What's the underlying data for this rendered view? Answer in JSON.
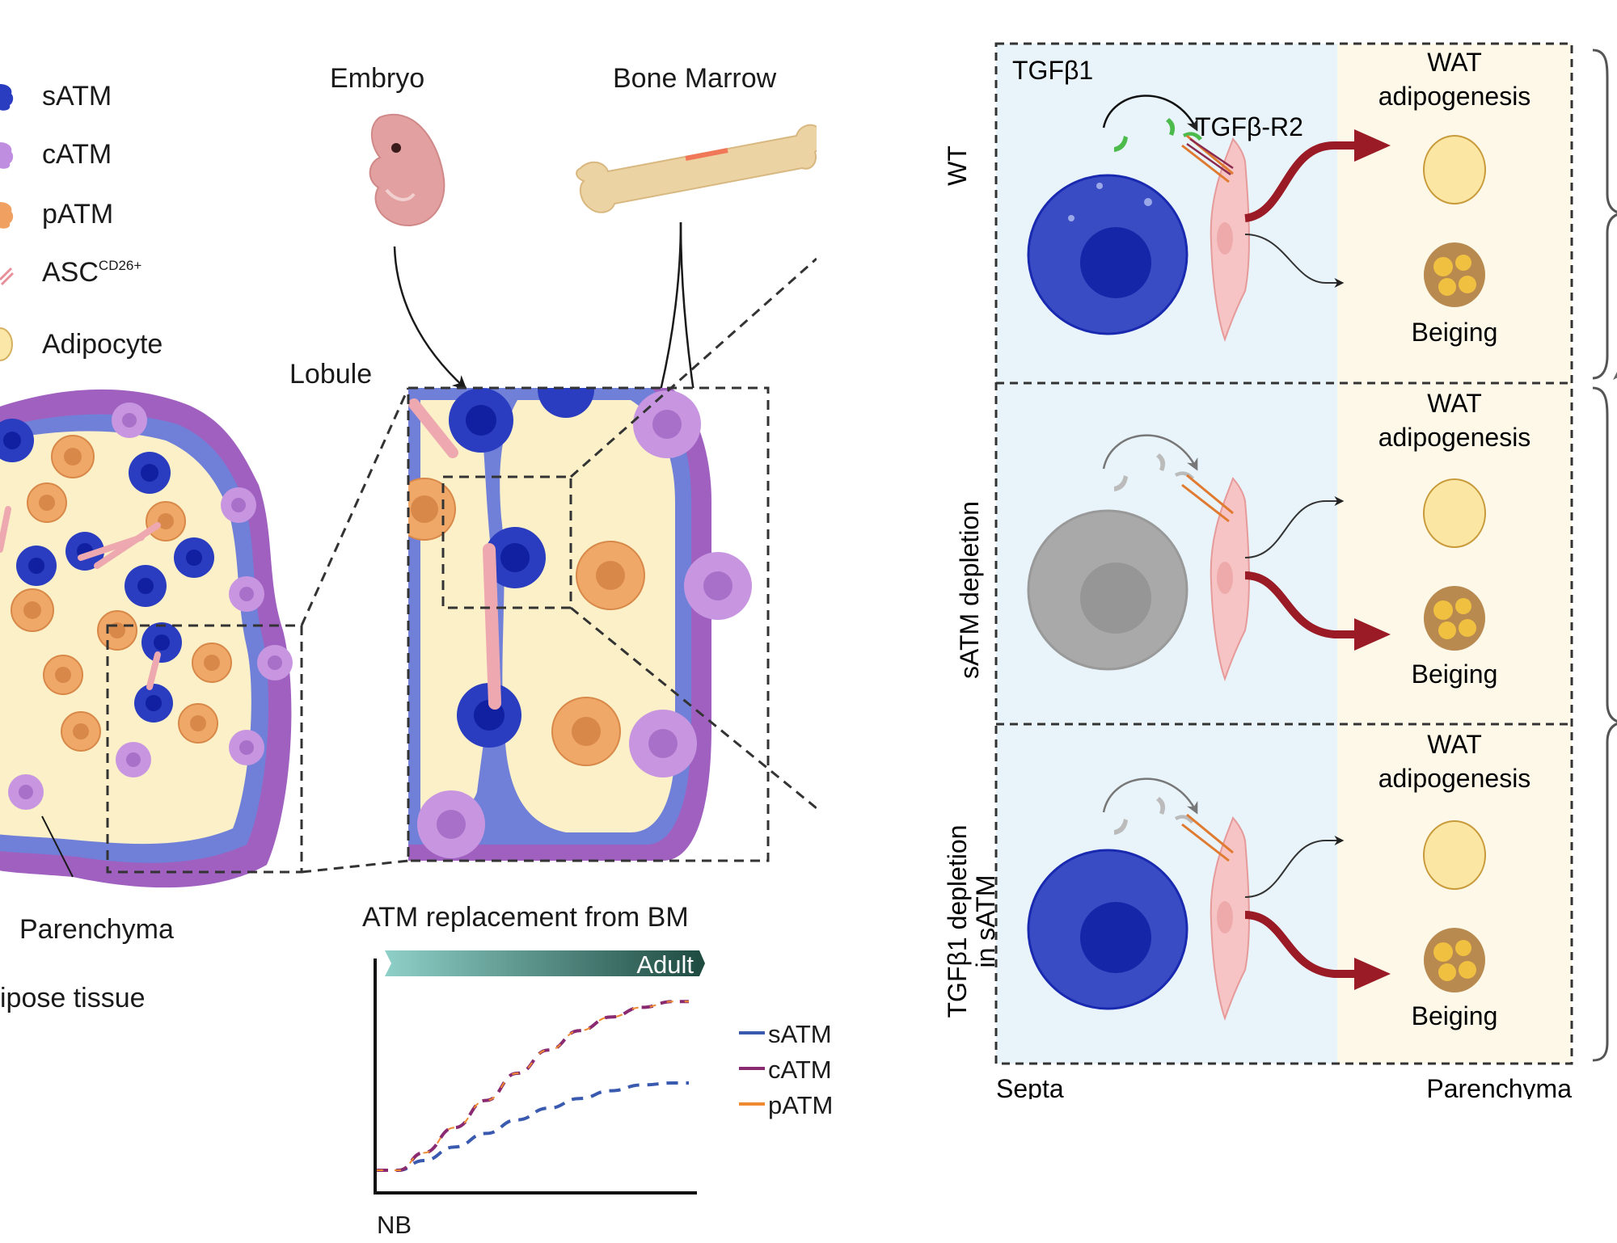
{
  "legend": {
    "items": [
      {
        "label": "sATM",
        "color": "#2a3cc0",
        "icon": "satm-cell-icon"
      },
      {
        "label": "cATM",
        "color": "#c08ee0",
        "icon": "catm-cell-icon"
      },
      {
        "label": "pATM",
        "color": "#f0a060",
        "icon": "patm-cell-icon"
      },
      {
        "label": "ASC",
        "sup": "CD26+",
        "color": "#f0a8b0",
        "icon": "asc-cell-icon"
      },
      {
        "label": "Adipocyte",
        "color": "#f8e4a0",
        "icon": "adipocyte-icon"
      }
    ]
  },
  "tissue": {
    "parenchyma_label": "Parenchyma",
    "caption": "ipose tissue",
    "lobule_label": "Lobule"
  },
  "sources": {
    "embryo_label": "Embryo",
    "bone_marrow_label": "Bone Marrow"
  },
  "mechanism": {
    "panels": [
      {
        "condition": "WT",
        "ligand_label": "TGFβ1",
        "receptor_label": "TGFβ-R2",
        "macrophage_state": "active",
        "ligand_active": true,
        "wat_label_line1": "WAT",
        "wat_label_line2": "adipogenesis",
        "beiging_label": "Beiging",
        "dominant_outcome": "WAT adipogenesis"
      },
      {
        "condition": "sATM depletion",
        "macrophage_state": "depleted",
        "ligand_active": false,
        "wat_label_line1": "WAT",
        "wat_label_line2": "adipogenesis",
        "beiging_label": "Beiging",
        "dominant_outcome": "Beiging"
      },
      {
        "condition_line1": "TGFβ1 depletion",
        "condition_line2": "in sATM",
        "macrophage_state": "active",
        "ligand_active": false,
        "wat_label_line1": "WAT",
        "wat_label_line2": "adipogenesis",
        "beiging_label": "Beiging",
        "dominant_outcome": "Beiging"
      }
    ],
    "septa_label": "Septa",
    "parenchyma_label": "Parenchyma"
  },
  "chart_data": {
    "type": "line",
    "title": "ATM replacement from BM",
    "banner_label": "Adult",
    "xlabel": "",
    "ylabel": "",
    "x_tick_labels": [
      "NB"
    ],
    "x": [
      0,
      0.07,
      0.15,
      0.25,
      0.35,
      0.45,
      0.55,
      0.65,
      0.75,
      0.85,
      0.95,
      1.0
    ],
    "xlim": [
      0,
      1
    ],
    "ylim": [
      0,
      1
    ],
    "grid": false,
    "legend_position": "right",
    "series": [
      {
        "name": "sATM",
        "color": "#3a5ab0",
        "dash": "dashed",
        "values": [
          0.05,
          0.05,
          0.1,
          0.17,
          0.24,
          0.31,
          0.37,
          0.42,
          0.46,
          0.49,
          0.5,
          0.5
        ]
      },
      {
        "name": "cATM",
        "color": "#8a2a70",
        "dash": "dashed",
        "values": [
          0.05,
          0.05,
          0.14,
          0.27,
          0.41,
          0.55,
          0.67,
          0.77,
          0.84,
          0.89,
          0.92,
          0.92
        ]
      },
      {
        "name": "pATM",
        "color": "#f08a30",
        "dash": "dashed",
        "values": [
          0.05,
          0.05,
          0.14,
          0.27,
          0.41,
          0.55,
          0.67,
          0.77,
          0.84,
          0.89,
          0.92,
          0.92
        ]
      }
    ]
  }
}
